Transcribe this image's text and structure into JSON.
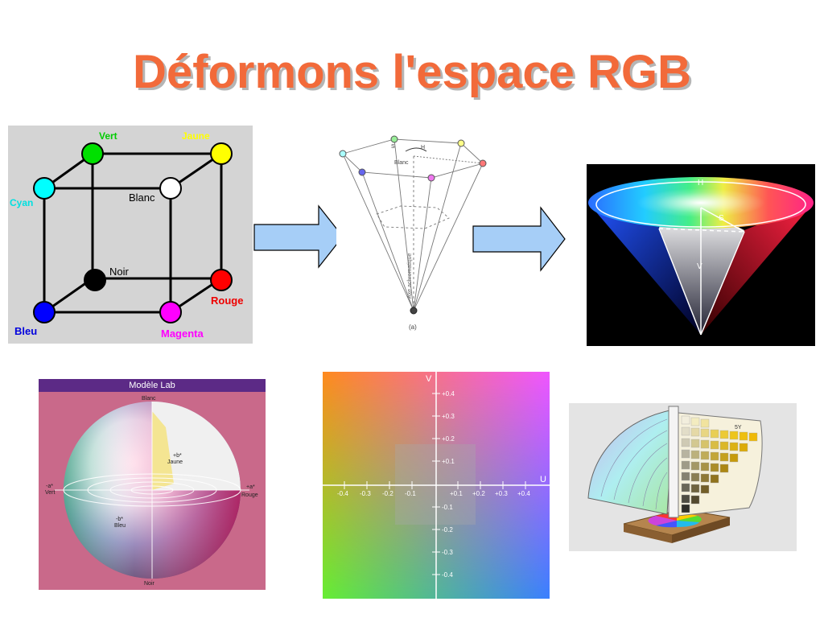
{
  "title": "Déformons l'espace RGB",
  "cube": {
    "labels": {
      "vert": "Vert",
      "jaune": "Jaune",
      "cyan": "Cyan",
      "blanc": "Blanc",
      "noir": "Noir",
      "rouge": "Rouge",
      "bleu": "Bleu",
      "magenta": "Magenta"
    },
    "colors": {
      "vert": "#00e000",
      "jaune": "#ffff00",
      "cyan": "#00ffff",
      "blanc": "#ffffff",
      "noir": "#000000",
      "rouge": "#ff0000",
      "bleu": "#0000ff",
      "magenta": "#ff00ff"
    }
  },
  "hexcone": {
    "caption": "(a)",
    "blanc": "Blanc",
    "axis": "Axe achromatique",
    "h": "H",
    "s": "S"
  },
  "cone": {
    "h": "H",
    "s": "S",
    "v": "V"
  },
  "lab": {
    "header": "Modèle Lab",
    "blanc": "Blanc",
    "noir": "Noir",
    "pos_b": "+b*",
    "jaune": "Jaune",
    "neg_a": "-a*",
    "vert": "Vert",
    "pos_a": "+a*",
    "rouge": "Rouge",
    "neg_b": "-b*",
    "bleu": "Bleu"
  },
  "uv": {
    "v_axis": "V",
    "u_axis": "U",
    "v_ticks": [
      "+0.4",
      "+0.3",
      "+0.2",
      "+0.1",
      "-0.1",
      "-0.2",
      "-0.3",
      "-0.4"
    ],
    "u_ticks": [
      "-0.4",
      "-0.3",
      "-0.2",
      "-0.1",
      "+0.1",
      "+0.2",
      "+0.3",
      "+0.4"
    ]
  },
  "solid": {
    "label": "5Y"
  },
  "accent": {
    "title": "#f26a3a",
    "arrow": "#a6cef7"
  }
}
